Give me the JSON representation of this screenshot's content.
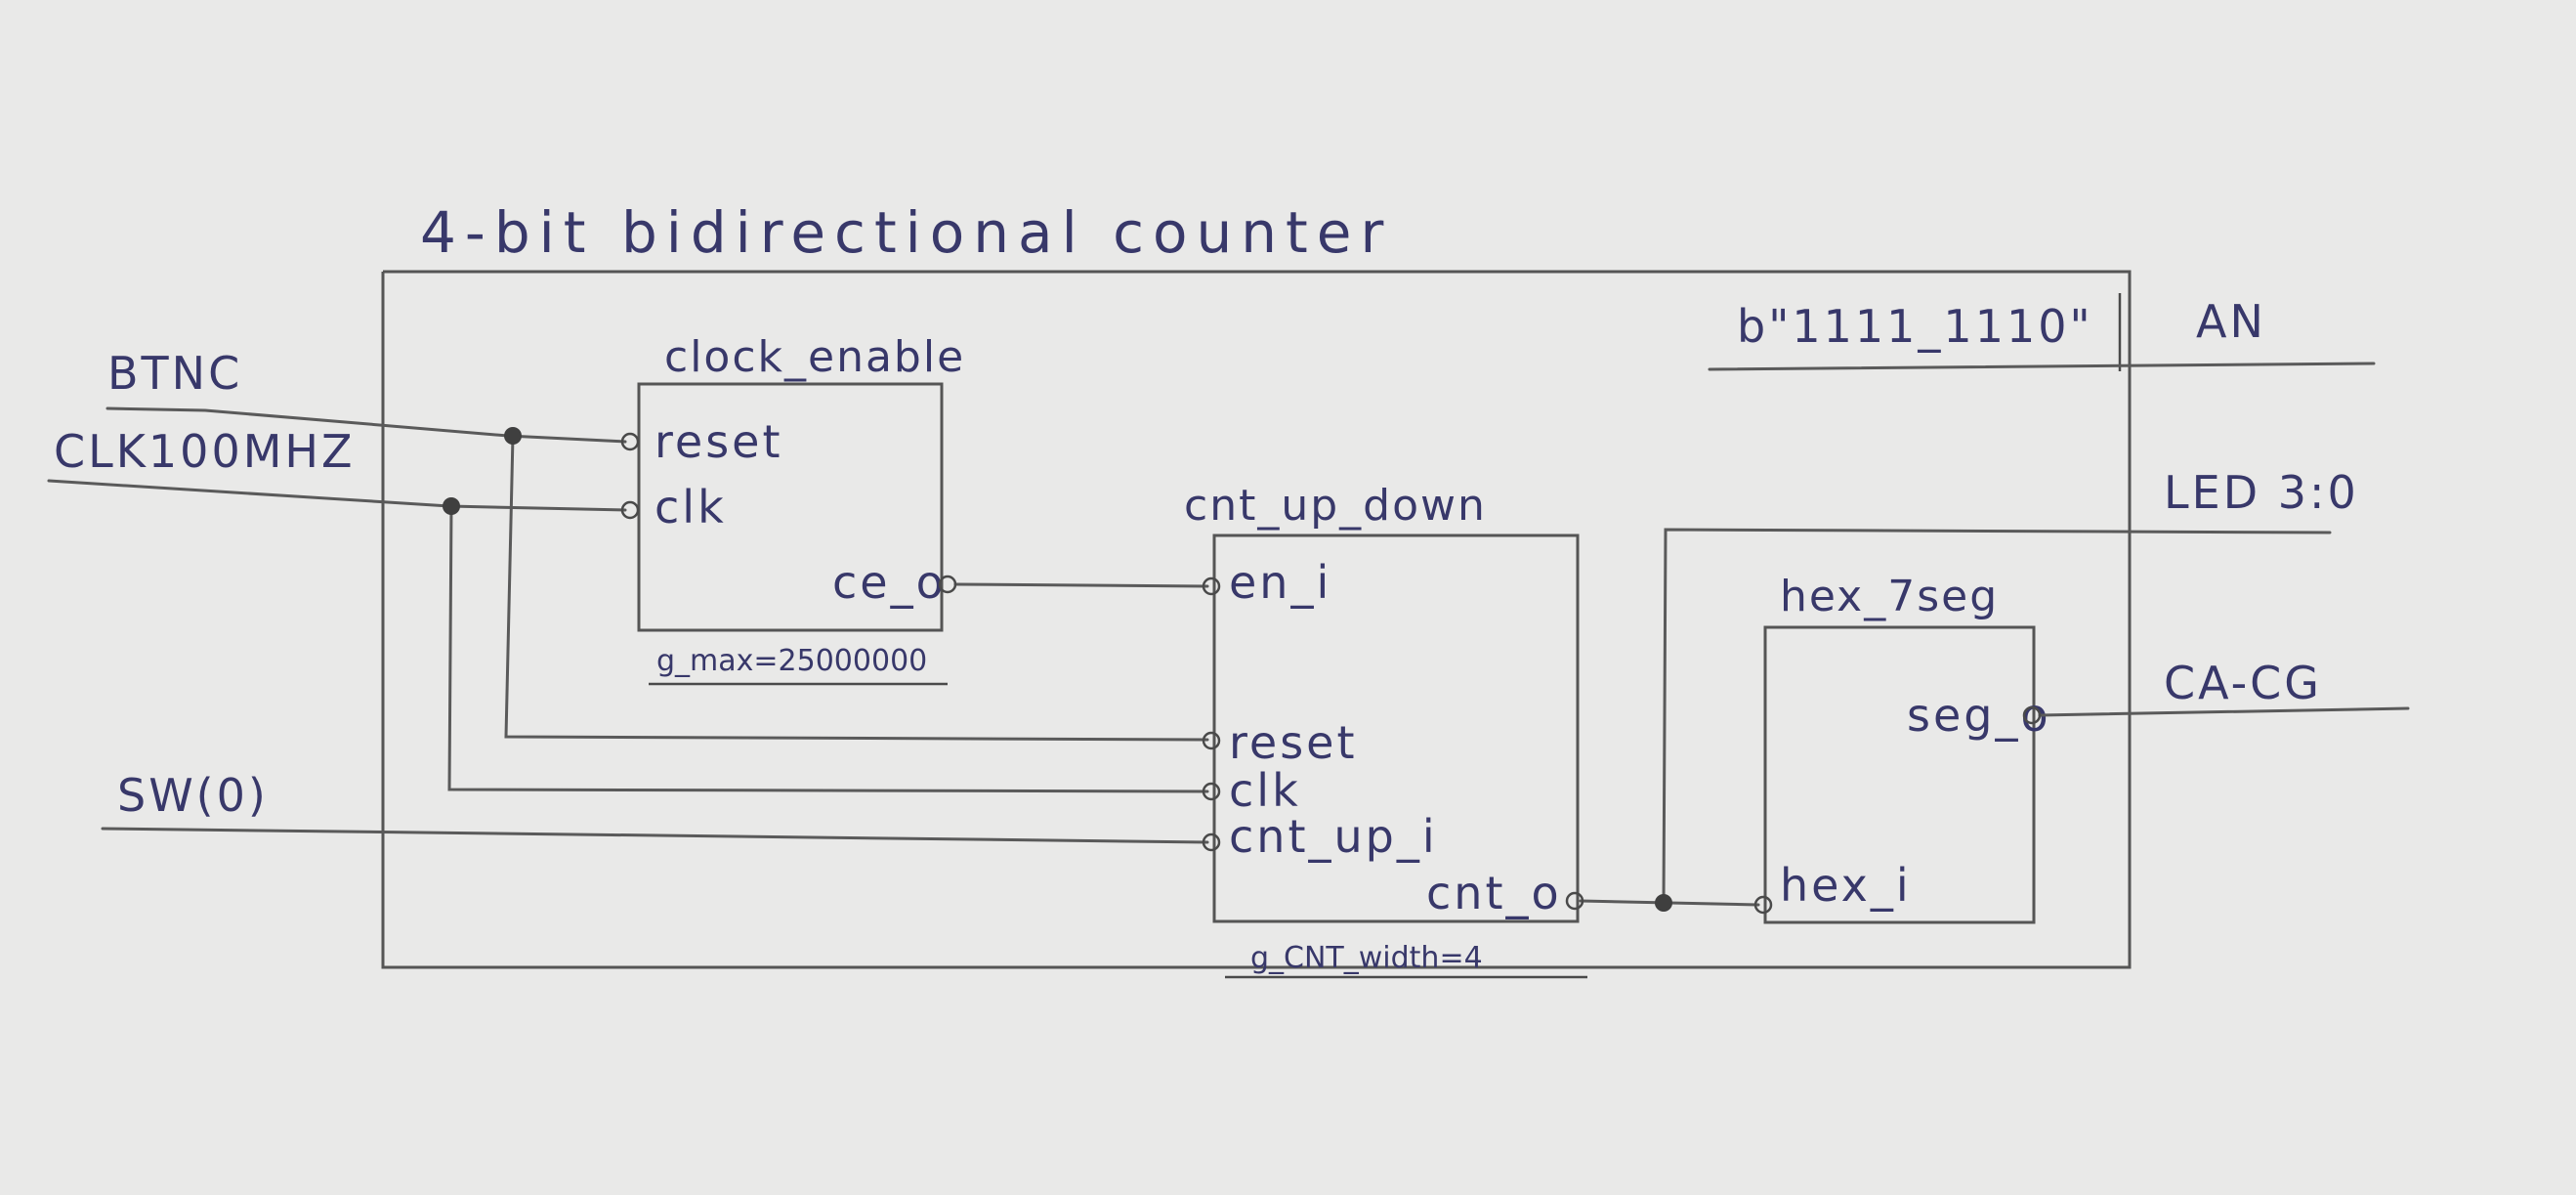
{
  "diagram": {
    "title": "4-bit bidirectional counter",
    "inputs": {
      "btnc": "BTNC",
      "clk": "CLK100MHZ",
      "sw": "SW(0)"
    },
    "outputs": {
      "an_value": "b\"1111_1110\"",
      "an": "AN",
      "led": "LED 3:0",
      "ca_cg": "CA-CG"
    },
    "modules": {
      "clock_enable": {
        "name": "clock_enable",
        "ports": {
          "reset": "reset",
          "clk": "clk",
          "ce": "ce_o"
        },
        "generic": "g_max=25000000"
      },
      "cnt_up_down": {
        "name": "cnt_up_down",
        "ports": {
          "en": "en_i",
          "reset": "reset",
          "clk": "clk",
          "cnt_up": "cnt_up_i",
          "cnt": "cnt_o"
        },
        "generic": "g_CNT_width=4"
      },
      "hex_7seg": {
        "name": "hex_7seg",
        "ports": {
          "seg": "seg_o",
          "hex": "hex_i"
        }
      }
    },
    "colors": {
      "paper": "#e9e9e8",
      "ink": "#38386a",
      "pencil": "#555555"
    }
  }
}
